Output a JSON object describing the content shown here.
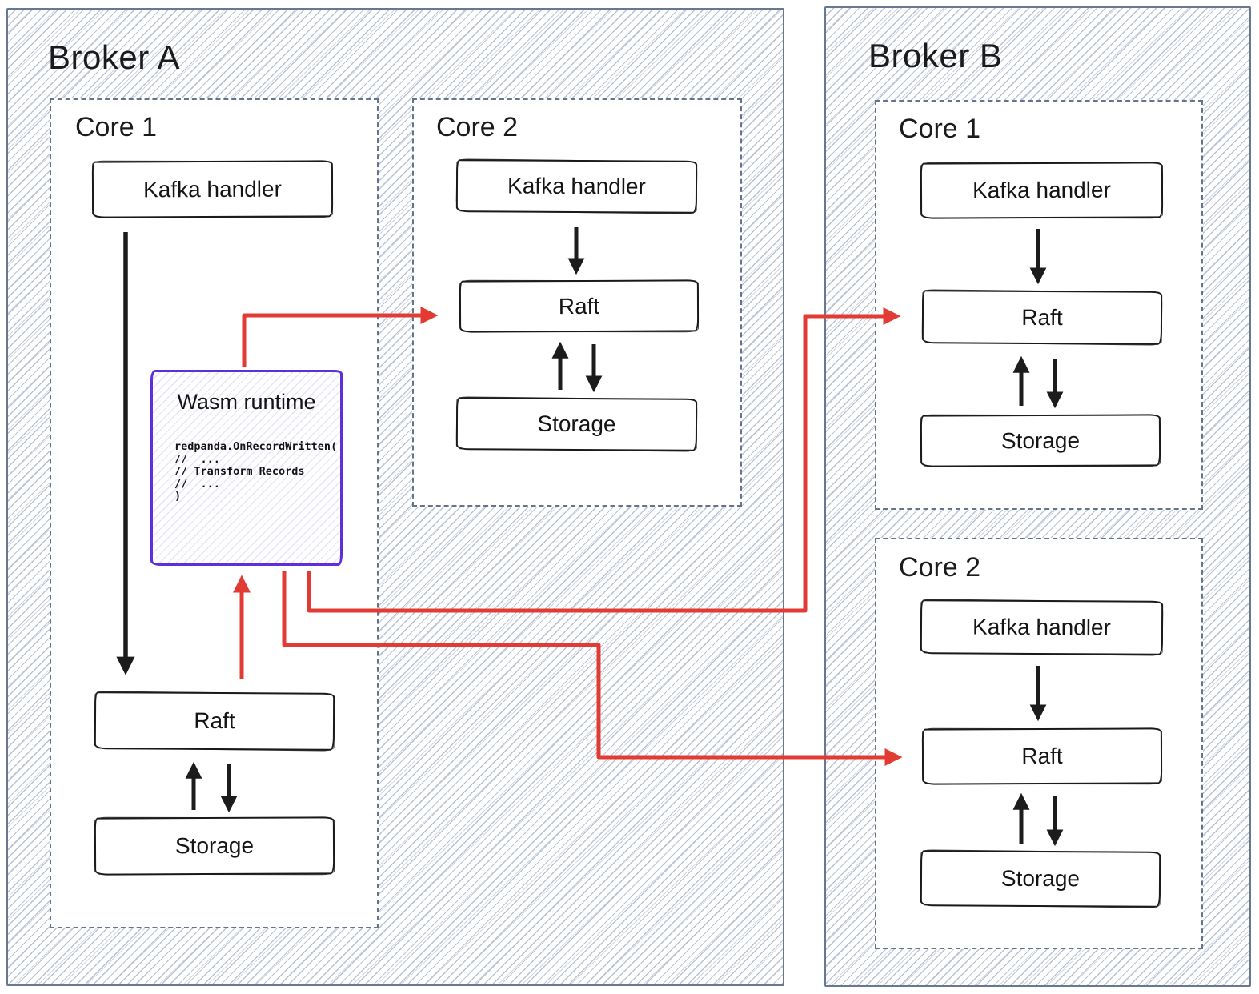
{
  "diagram": {
    "broker_a": {
      "title": "Broker A",
      "core1": {
        "title": "Core 1",
        "kafka": "Kafka handler",
        "raft": "Raft",
        "storage": "Storage",
        "wasm": {
          "title": "Wasm runtime",
          "code": [
            "redpanda.OnRecordWritten(",
            "//  ...",
            "// Transform Records",
            "//  ...",
            ")"
          ]
        }
      },
      "core2": {
        "title": "Core 2",
        "kafka": "Kafka handler",
        "raft": "Raft",
        "storage": "Storage"
      }
    },
    "broker_b": {
      "title": "Broker B",
      "core1": {
        "title": "Core 1",
        "kafka": "Kafka handler",
        "raft": "Raft",
        "storage": "Storage"
      },
      "core2": {
        "title": "Core 2",
        "kafka": "Kafka handler",
        "raft": "Raft",
        "storage": "Storage"
      }
    },
    "colors": {
      "connector_red": "#e23b33",
      "wasm_purple": "#5c31db",
      "frame_slate": "#68788f",
      "ink_black": "#1c1c1c"
    }
  }
}
